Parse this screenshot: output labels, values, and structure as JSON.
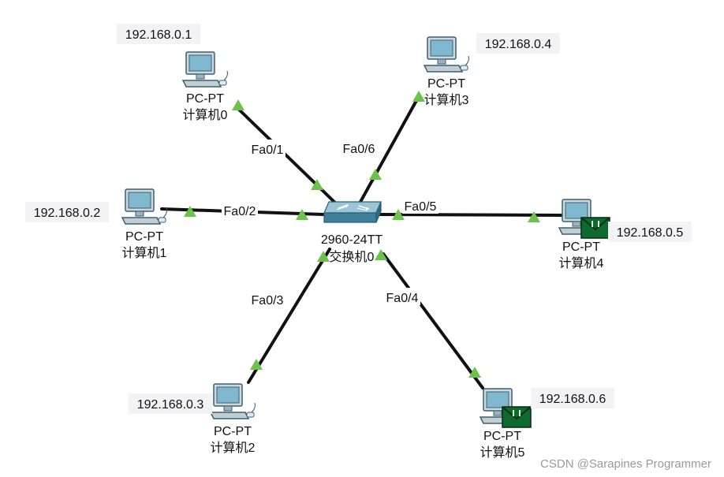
{
  "switch": {
    "model": "2960-24TT",
    "name": "交换机0"
  },
  "pcs": [
    {
      "model": "PC-PT",
      "name": "计算机0",
      "ip": "192.168.0.1",
      "port": "Fa0/1",
      "envelope": false
    },
    {
      "model": "PC-PT",
      "name": "计算机1",
      "ip": "192.168.0.2",
      "port": "Fa0/2",
      "envelope": false
    },
    {
      "model": "PC-PT",
      "name": "计算机2",
      "ip": "192.168.0.3",
      "port": "Fa0/3",
      "envelope": false
    },
    {
      "model": "PC-PT",
      "name": "计算机3",
      "ip": "192.168.0.4",
      "port": "Fa0/6",
      "envelope": false
    },
    {
      "model": "PC-PT",
      "name": "计算机4",
      "ip": "192.168.0.5",
      "port": "Fa0/5",
      "envelope": true
    },
    {
      "model": "PC-PT",
      "name": "计算机5",
      "ip": "192.168.0.6",
      "port": "Fa0/4",
      "envelope": true
    }
  ],
  "link_status_color": "#6cc24a",
  "envelope_color": "#0f6b2d",
  "watermark": "CSDN @Sarapines Programmer"
}
